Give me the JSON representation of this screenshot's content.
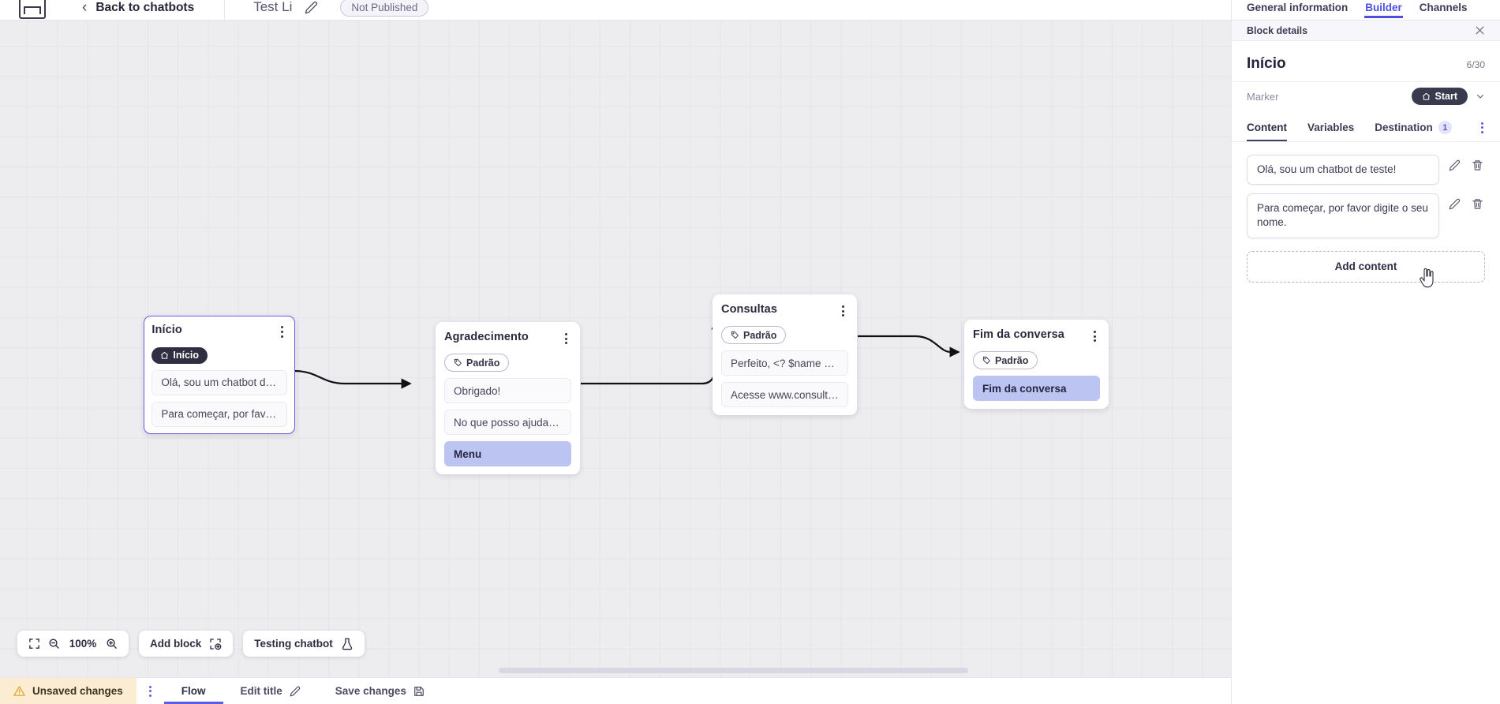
{
  "topbar": {
    "logo_icon": "app-logo-icon",
    "back_chevron_icon": "chevron-left-icon",
    "back_label": "Back to chatbots",
    "bot_title": "Test Li",
    "edit_title_icon": "pencil-icon",
    "status_pill": "Not Published"
  },
  "panel": {
    "tabs": [
      {
        "label": "General information",
        "active": false
      },
      {
        "label": "Builder",
        "active": true
      },
      {
        "label": "Channels",
        "active": false
      }
    ],
    "subhead_title": "Block details",
    "close_icon": "close-icon",
    "block_title": "Início",
    "counter": "6/30",
    "marker_label": "Marker",
    "marker_value": "Start",
    "marker_icon": "home-icon",
    "marker_chevron_icon": "chevron-down-icon",
    "detail_tabs": [
      {
        "label": "Content",
        "active": true,
        "badge": ""
      },
      {
        "label": "Variables",
        "active": false,
        "badge": ""
      },
      {
        "label": "Destination",
        "active": false,
        "badge": "1"
      }
    ],
    "overflow_icon": "kebab-menu-icon",
    "contents": [
      {
        "text": "Olá, sou um chatbot de teste!",
        "edit_icon": "pencil-icon",
        "delete_icon": "trash-icon"
      },
      {
        "text": "Para começar, por favor digite o seu nome.",
        "edit_icon": "pencil-icon",
        "delete_icon": "trash-icon"
      }
    ],
    "add_content_label": "Add content"
  },
  "canvas": {
    "blocks": [
      {
        "name": "inicio",
        "title": "Início",
        "tag": "Início",
        "tag_type": "start",
        "tag_icon": "home-icon",
        "selected": true,
        "kebab_icon": "kebab-menu-icon",
        "messages": [
          {
            "text": "Olá, sou um chatbot de teste!",
            "highlight": false
          },
          {
            "text": "Para começar, por favor digite o ...",
            "highlight": false
          }
        ]
      },
      {
        "name": "agradecimento",
        "title": "Agradecimento",
        "tag": "Padrão",
        "tag_type": "padrao",
        "tag_icon": "tag-icon",
        "selected": false,
        "kebab_icon": "kebab-menu-icon",
        "messages": [
          {
            "text": "Obrigado!",
            "highlight": false
          },
          {
            "text": "No que posso ajudar, <? $name ...",
            "highlight": false
          },
          {
            "text": "Menu",
            "highlight": true
          }
        ]
      },
      {
        "name": "consultas",
        "title": "Consultas",
        "tag": "Padrão",
        "tag_type": "padrao",
        "tag_icon": "tag-icon",
        "selected": false,
        "kebab_icon": "kebab-menu-icon",
        "messages": [
          {
            "text": "Perfeito, <? $name ?>!",
            "highlight": false
          },
          {
            "text": "Acesse www.consultas.com par...",
            "highlight": false
          }
        ]
      },
      {
        "name": "fim-da-conversa",
        "title": "Fim da conversa",
        "tag": "Padrão",
        "tag_type": "padrao",
        "tag_icon": "tag-icon",
        "selected": false,
        "kebab_icon": "kebab-menu-icon",
        "messages": [
          {
            "text": "Fim da conversa",
            "highlight": true
          }
        ]
      }
    ],
    "toolbar": {
      "fit_icon": "fit-screen-icon",
      "zoom_out_icon": "zoom-out-icon",
      "zoom_level": "100%",
      "zoom_in_icon": "zoom-in-icon",
      "add_block_label": "Add block",
      "add_block_icon": "add-block-icon",
      "testing_label": "Testing chatbot",
      "testing_icon": "flask-icon"
    }
  },
  "statusbar": {
    "unsaved_label": "Unsaved changes",
    "warning_icon": "warning-icon",
    "kebab_icon": "kebab-menu-icon",
    "flow_label": "Flow",
    "edit_title_label": "Edit title",
    "edit_title_icon": "pencil-icon",
    "save_label": "Save changes",
    "save_icon": "save-disk-icon"
  },
  "colors": {
    "accent": "#5c5ce0",
    "highlight": "#bcc4f2",
    "dark_pill": "#2f2f41",
    "warning_bg": "#fcecd2"
  }
}
